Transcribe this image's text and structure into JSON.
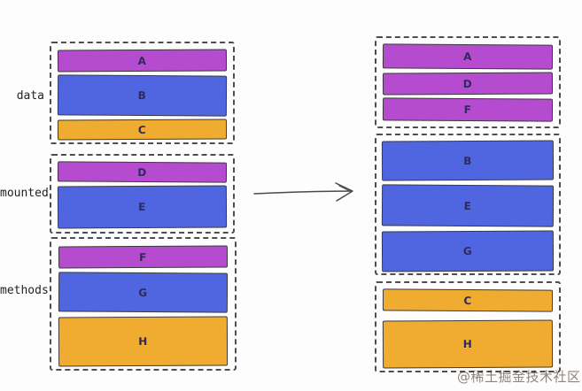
{
  "colors": {
    "purple": "#b54ccf",
    "blue": "#5066e0",
    "orange": "#efac30",
    "bar_outline": "#3a3a3a",
    "dashed_border": "#4e4e4e",
    "background": "#fdfdfd",
    "bar_letter_text": "#2e2a5e",
    "side_label_text": "#1f1f1f",
    "arrow_stroke": "#4a4a4a"
  },
  "left_panel": {
    "groups": [
      {
        "label": "data",
        "bars": [
          {
            "letter": "A",
            "color": "purple"
          },
          {
            "letter": "B",
            "color": "blue"
          },
          {
            "letter": "C",
            "color": "orange"
          }
        ]
      },
      {
        "label": "mounted",
        "bars": [
          {
            "letter": "D",
            "color": "purple"
          },
          {
            "letter": "E",
            "color": "blue"
          }
        ]
      },
      {
        "label": "methods",
        "bars": [
          {
            "letter": "F",
            "color": "purple"
          },
          {
            "letter": "G",
            "color": "blue"
          },
          {
            "letter": "H",
            "color": "orange"
          }
        ]
      }
    ]
  },
  "right_panel": {
    "groups": [
      {
        "bars": [
          {
            "letter": "A",
            "color": "purple"
          },
          {
            "letter": "D",
            "color": "purple"
          },
          {
            "letter": "F",
            "color": "purple"
          }
        ]
      },
      {
        "bars": [
          {
            "letter": "B",
            "color": "blue"
          },
          {
            "letter": "E",
            "color": "blue"
          },
          {
            "letter": "G",
            "color": "blue"
          }
        ]
      },
      {
        "bars": [
          {
            "letter": "C",
            "color": "orange"
          },
          {
            "letter": "H",
            "color": "orange"
          }
        ]
      }
    ]
  },
  "arrow": {
    "direction": "left-to-right"
  },
  "watermark": {
    "text": "@稀土掘金技术社区"
  }
}
